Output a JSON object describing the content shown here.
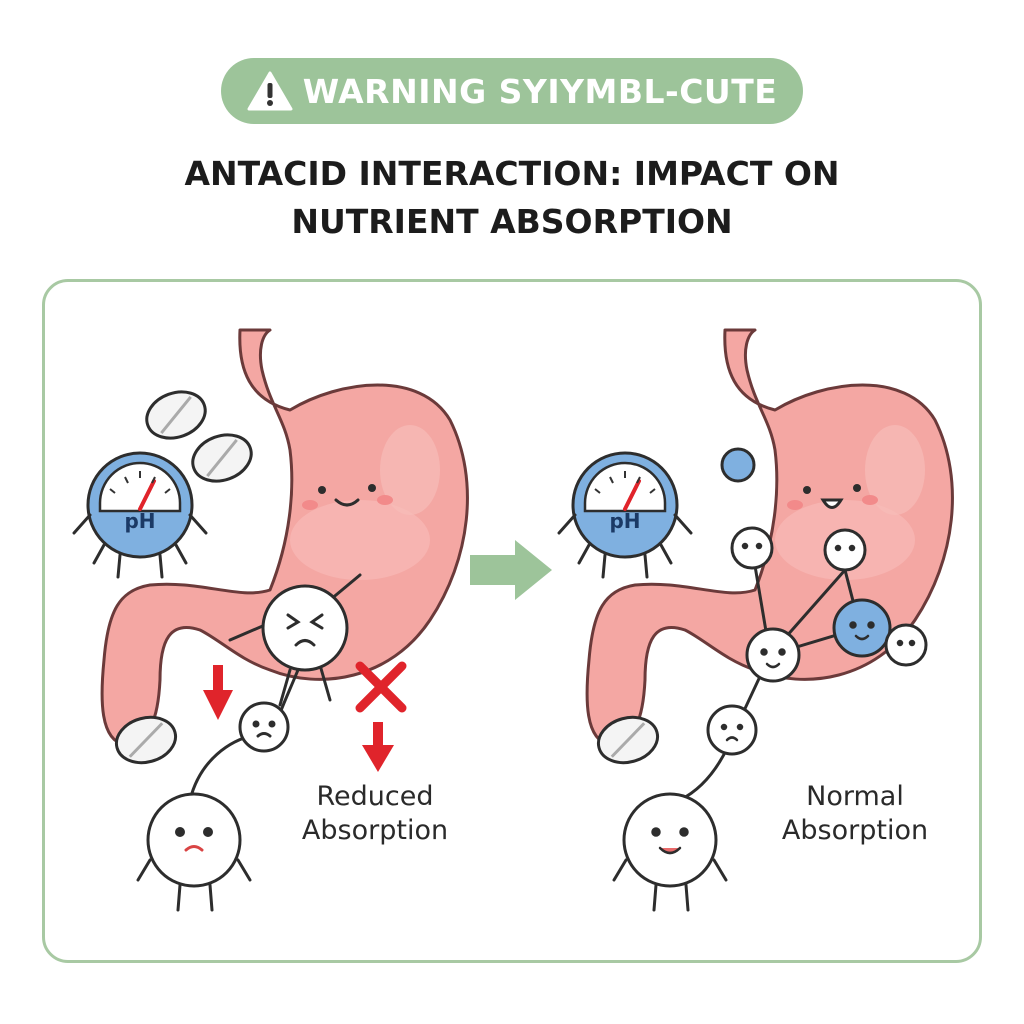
{
  "banner": {
    "text": "WARNING SYIYMBL-CUTE",
    "icon": "warning-triangle-icon"
  },
  "title": {
    "line1": "ANTACID INTERACTION: IMPACT ON",
    "line2": "NUTRIENT ABSORPTION"
  },
  "left_panel": {
    "gauge_label": "pH",
    "caption_line1": "Reduced",
    "caption_line2": "Absorption"
  },
  "right_panel": {
    "gauge_label": "pH",
    "caption_line1": "Normal",
    "caption_line2": "Absorption"
  },
  "colors": {
    "accent_green": "#9dc49a",
    "stomach_pink": "#f4a7a3",
    "stomach_outline": "#6b3a3a",
    "gauge_blue": "#7fb0e0",
    "warning_red": "#e0242b"
  }
}
